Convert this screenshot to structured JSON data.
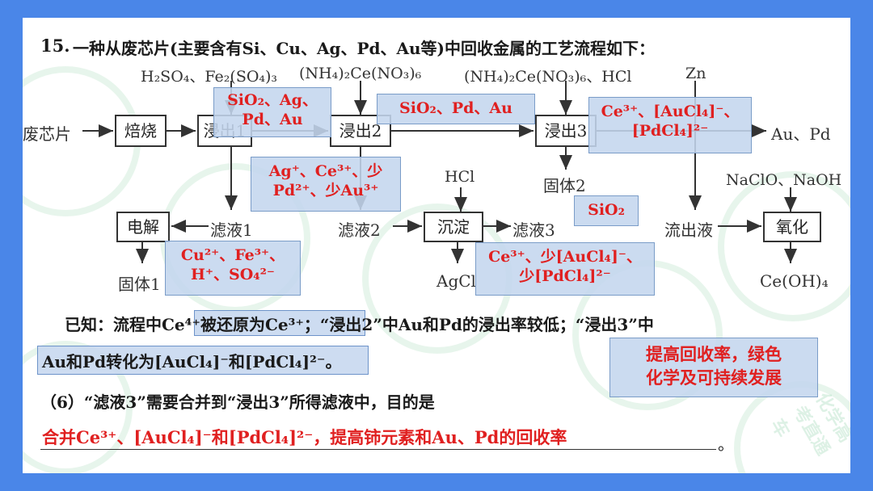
{
  "question": {
    "number": "15.",
    "stem": "一种从废芯片(主要含有Si、Cu、Ag、Pd、Au等)中回收金属的工艺流程如下："
  },
  "flow": {
    "reagents": {
      "r1": "H₂SO₄、Fe₂(SO₄)₃",
      "r2": "(NH₄)₂Ce(NO₃)₆",
      "r3": "(NH₄)₂Ce(NO₃)₆、HCl",
      "r4": "Zn",
      "r5": "HCl",
      "r6": "NaClO、NaOH"
    },
    "nodes": {
      "start": "废芯片",
      "roast": "焙烧",
      "leach1": "浸出1",
      "leach2": "浸出2",
      "leach3": "浸出3",
      "product_top": "Au、Pd",
      "solid2": "固体2",
      "electro": "电解",
      "filtrate1": "滤液1",
      "filtrate2": "滤液2",
      "precip": "沉淀",
      "filtrate3": "滤液3",
      "effluent": "流出液",
      "oxidize": "氧化",
      "solid1": "固体1",
      "agcl": "AgCl",
      "ceoh": "Ce(OH)₄"
    }
  },
  "overlays": {
    "o1": [
      "SiO₂、Ag、",
      "Pd、Au"
    ],
    "o2": [
      "SiO₂、Pd、Au"
    ],
    "o3": [
      "Ce³⁺、[AuCl₄]⁻、",
      "[PdCl₄]²⁻"
    ],
    "o4": [
      "Ag⁺、Ce³⁺、少",
      "Pd²⁺、少Au³⁺"
    ],
    "o5": [
      "SiO₂"
    ],
    "o6": [
      "Cu²⁺、Fe³⁺、",
      "H⁺、SO₄²⁻"
    ],
    "o7": [
      "Ce³⁺、少[AuCl₄]⁻、",
      "少[PdCl₄]²⁻"
    ]
  },
  "known": {
    "line1": "已知：流程中Ce⁴⁺被还原为Ce³⁺；“浸出2”中Au和Pd的浸出率较低；“浸出3”中",
    "line2": "Au和Pd转化为[AuCl₄]⁻和[PdCl₄]²⁻。"
  },
  "part6": {
    "question": "（6）“滤液3”需要合并到“浸出3”所得滤液中，目的是",
    "answer": "合并Ce³⁺、[AuCl₄]⁻和[PdCl₄]²⁻，提高铈元素和Au、Pd的回收率",
    "end_mark": "。"
  },
  "side_answer": [
    "提高回收率，绿色",
    "化学及可持续发展"
  ],
  "watermark_text": "化学高考直通车",
  "colors": {
    "frame": "#4a86e8",
    "answer_red": "#e02020",
    "highlight": "#c8d8f0"
  }
}
